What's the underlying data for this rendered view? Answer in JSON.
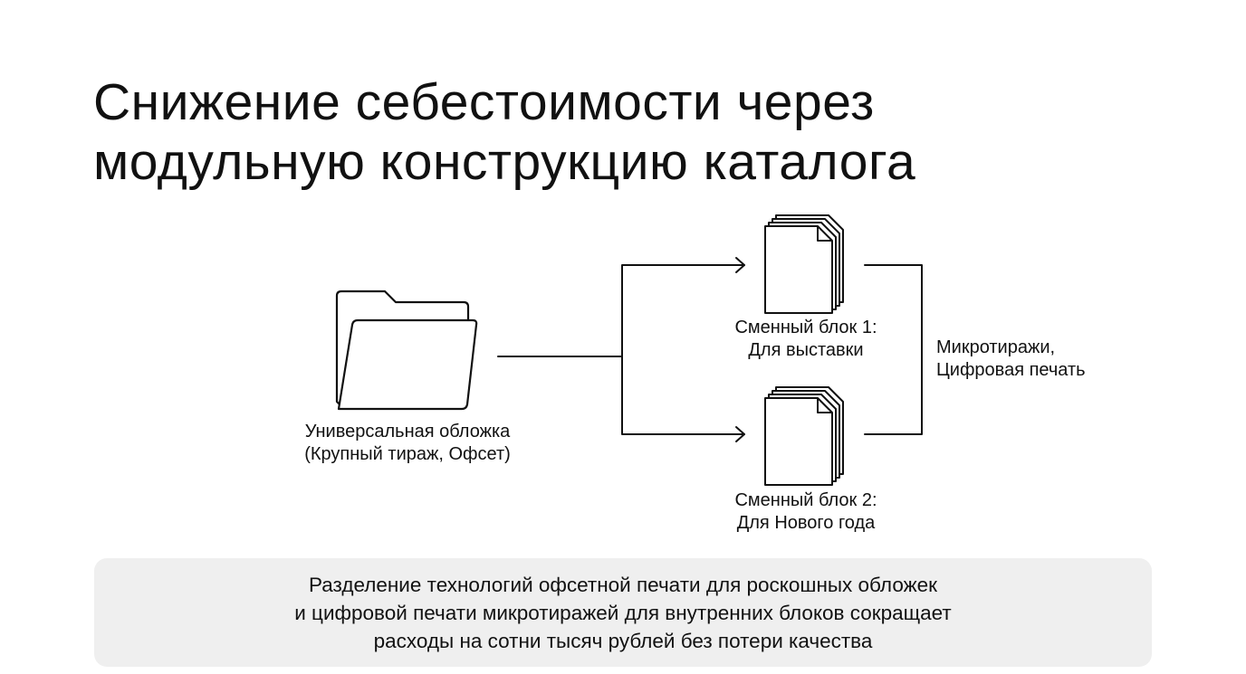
{
  "title": {
    "line1": "Снижение себестоимости через",
    "line2": "модульную конструкцию каталога"
  },
  "cover": {
    "icon": "folder-icon",
    "label_line1": "Универсальная обложка",
    "label_line2": "(Крупный тираж, Офсет)"
  },
  "block1": {
    "icon": "document-stack-icon",
    "label_line1": "Сменный блок 1:",
    "label_line2": "Для выставки"
  },
  "block2": {
    "icon": "document-stack-icon",
    "label_line1": "Сменный блок 2:",
    "label_line2": "Для Нового года"
  },
  "digital": {
    "label_line1": "Микротиражи,",
    "label_line2": "Цифровая печать"
  },
  "summary": {
    "line1": "Разделение технологий офсетной печати для роскошных обложек",
    "line2": "и цифровой печати микротиражей для внутренних блоков сокращает",
    "line3": "расходы на сотни тысяч рублей без потери качества"
  },
  "colors": {
    "stroke": "#111111",
    "panel_background": "#efefef"
  }
}
